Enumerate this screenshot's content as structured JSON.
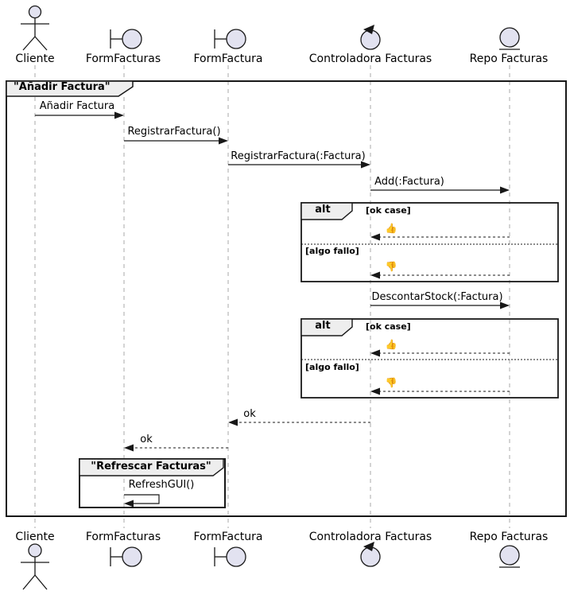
{
  "diagram": {
    "type": "uml-sequence"
  },
  "participants": [
    {
      "name": "Cliente",
      "icon": "actor"
    },
    {
      "name": "FormFacturas",
      "icon": "boundary"
    },
    {
      "name": "FormFactura",
      "icon": "boundary"
    },
    {
      "name": "Controladora Facturas",
      "icon": "control"
    },
    {
      "name": "Repo Facturas",
      "icon": "entity"
    }
  ],
  "main_frame": {
    "title": "\"Añadir Factura\""
  },
  "alt1": {
    "operator": "alt",
    "guard_ok": "[ok case]",
    "guard_fail": "[algo fallo]",
    "ok_reply": "👍",
    "fail_reply": "👎"
  },
  "alt2": {
    "operator": "alt",
    "guard_ok": "[ok case]",
    "guard_fail": "[algo fallo]",
    "ok_reply": "👍",
    "fail_reply": "👎"
  },
  "group_frame": {
    "title": "\"Refrescar Facturas\""
  },
  "messages": {
    "anadir_factura": {
      "label": "Añadir Factura",
      "from": "Cliente",
      "to": "FormFacturas",
      "style": "solid"
    },
    "registrar_factura": {
      "label": "RegistrarFactura()",
      "from": "FormFacturas",
      "to": "FormFactura",
      "style": "solid"
    },
    "registrar_factura_param": {
      "label": "RegistrarFactura(:Factura)",
      "from": "FormFactura",
      "to": "Controladora Facturas",
      "style": "solid"
    },
    "add_factura": {
      "label": "Add(:Factura)",
      "from": "Controladora Facturas",
      "to": "Repo Facturas",
      "style": "solid"
    },
    "descontar_stock": {
      "label": "DescontarStock(:Factura)",
      "from": "Controladora Facturas",
      "to": "Repo Facturas",
      "style": "solid"
    },
    "ok_to_formfactura": {
      "label": "ok",
      "from": "Controladora Facturas",
      "to": "FormFactura",
      "style": "dashed-return"
    },
    "ok_to_formfacturas": {
      "label": "ok",
      "from": "FormFactura",
      "to": "FormFacturas",
      "style": "dashed-return"
    },
    "refresh_gui": {
      "label": "RefreshGUI()",
      "from": "FormFacturas",
      "to": "FormFacturas",
      "style": "self"
    }
  },
  "colors": {
    "participant_fill": "#E2E2F0",
    "stroke": "#181818",
    "lifeline": "#A8A8A8",
    "frame_label_fill": "#EEEEEE",
    "background": "#FFFFFF"
  }
}
